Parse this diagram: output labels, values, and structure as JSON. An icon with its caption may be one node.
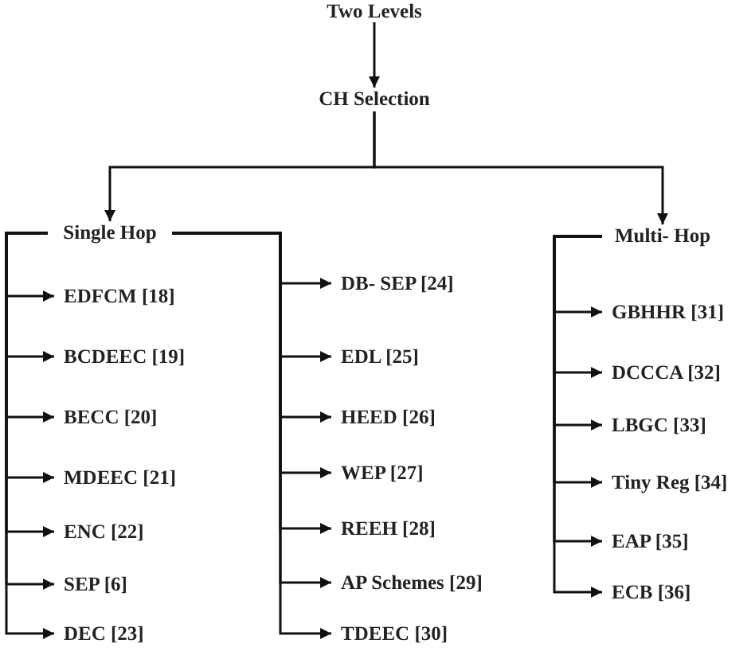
{
  "diagram": {
    "nodes": [
      {
        "text": [
          "Two Levels"
        ]
      },
      {
        "text": [
          "CH Selection"
        ]
      },
      {
        "text": [
          "Single Hop"
        ]
      },
      {
        "text": [
          "Multi- Hop"
        ]
      },
      {
        "text": [
          "EDFCM [18]"
        ]
      },
      {
        "text": [
          "BCDEEC [19]"
        ]
      },
      {
        "text": [
          "BECC [20]"
        ]
      },
      {
        "text": [
          "MDEEC [21]"
        ]
      },
      {
        "text": [
          "ENC [22]"
        ]
      },
      {
        "text": [
          "SEP [6]"
        ]
      },
      {
        "text": [
          "DEC [23]"
        ]
      },
      {
        "text": [
          "DB- SEP [24]"
        ]
      },
      {
        "text": [
          "EDL [25]"
        ]
      },
      {
        "text": [
          "HEED [26]"
        ]
      },
      {
        "text": [
          "WEP [27]"
        ]
      },
      {
        "text": [
          "REEH [28]"
        ]
      },
      {
        "text": [
          "AP Schemes [29]"
        ]
      },
      {
        "text": [
          "TDEEC [30]"
        ]
      },
      {
        "text": [
          "GBHHR [31]"
        ]
      },
      {
        "text": [
          "DCCCA [32]"
        ]
      },
      {
        "text": [
          "LBGC [33]"
        ]
      },
      {
        "text": [
          "Tiny Reg [34]"
        ]
      },
      {
        "text": [
          "EAP [35]"
        ]
      },
      {
        "text": [
          "ECB [36]"
        ]
      }
    ],
    "edges": [
      {
        "from": 0,
        "to": 1,
        "arrow": "to"
      },
      {
        "from": 1,
        "to": 2,
        "arrow": "to"
      },
      {
        "from": 1,
        "to": 3,
        "arrow": "to"
      },
      {
        "from": 2,
        "to": 4,
        "arrow": "to"
      },
      {
        "from": 2,
        "to": 5,
        "arrow": "to"
      },
      {
        "from": 2,
        "to": 6,
        "arrow": "to"
      },
      {
        "from": 2,
        "to": 7,
        "arrow": "to"
      },
      {
        "from": 2,
        "to": 8,
        "arrow": "to"
      },
      {
        "from": 2,
        "to": 9,
        "arrow": "to"
      },
      {
        "from": 2,
        "to": 10,
        "arrow": "to"
      },
      {
        "from": 2,
        "to": 11,
        "arrow": "to"
      },
      {
        "from": 2,
        "to": 12,
        "arrow": "to"
      },
      {
        "from": 2,
        "to": 13,
        "arrow": "to"
      },
      {
        "from": 2,
        "to": 14,
        "arrow": "to"
      },
      {
        "from": 2,
        "to": 15,
        "arrow": "to"
      },
      {
        "from": 2,
        "to": 16,
        "arrow": "to"
      },
      {
        "from": 2,
        "to": 17,
        "arrow": "to"
      },
      {
        "from": 3,
        "to": 18,
        "arrow": "to"
      },
      {
        "from": 3,
        "to": 19,
        "arrow": "to"
      },
      {
        "from": 3,
        "to": 20,
        "arrow": "to"
      },
      {
        "from": 3,
        "to": 21,
        "arrow": "to"
      },
      {
        "from": 3,
        "to": 22,
        "arrow": "to"
      },
      {
        "from": 3,
        "to": 23,
        "arrow": "to"
      }
    ]
  }
}
